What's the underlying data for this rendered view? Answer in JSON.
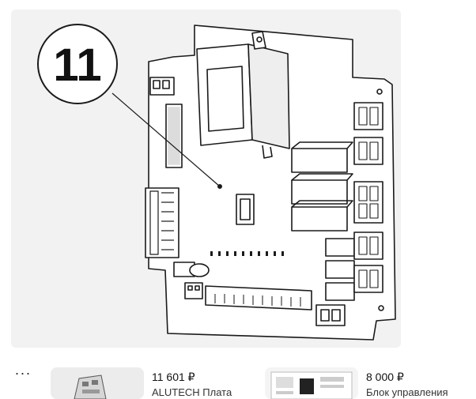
{
  "viewer": {
    "callout_number": "11",
    "image_subject": "control-board-diagram"
  },
  "tray": {
    "more_label": "···",
    "products": [
      {
        "price": "11 601 ₽",
        "title": "ALUTECH Плата"
      },
      {
        "price": "8 000 ₽",
        "title": "Блок управления"
      }
    ]
  }
}
